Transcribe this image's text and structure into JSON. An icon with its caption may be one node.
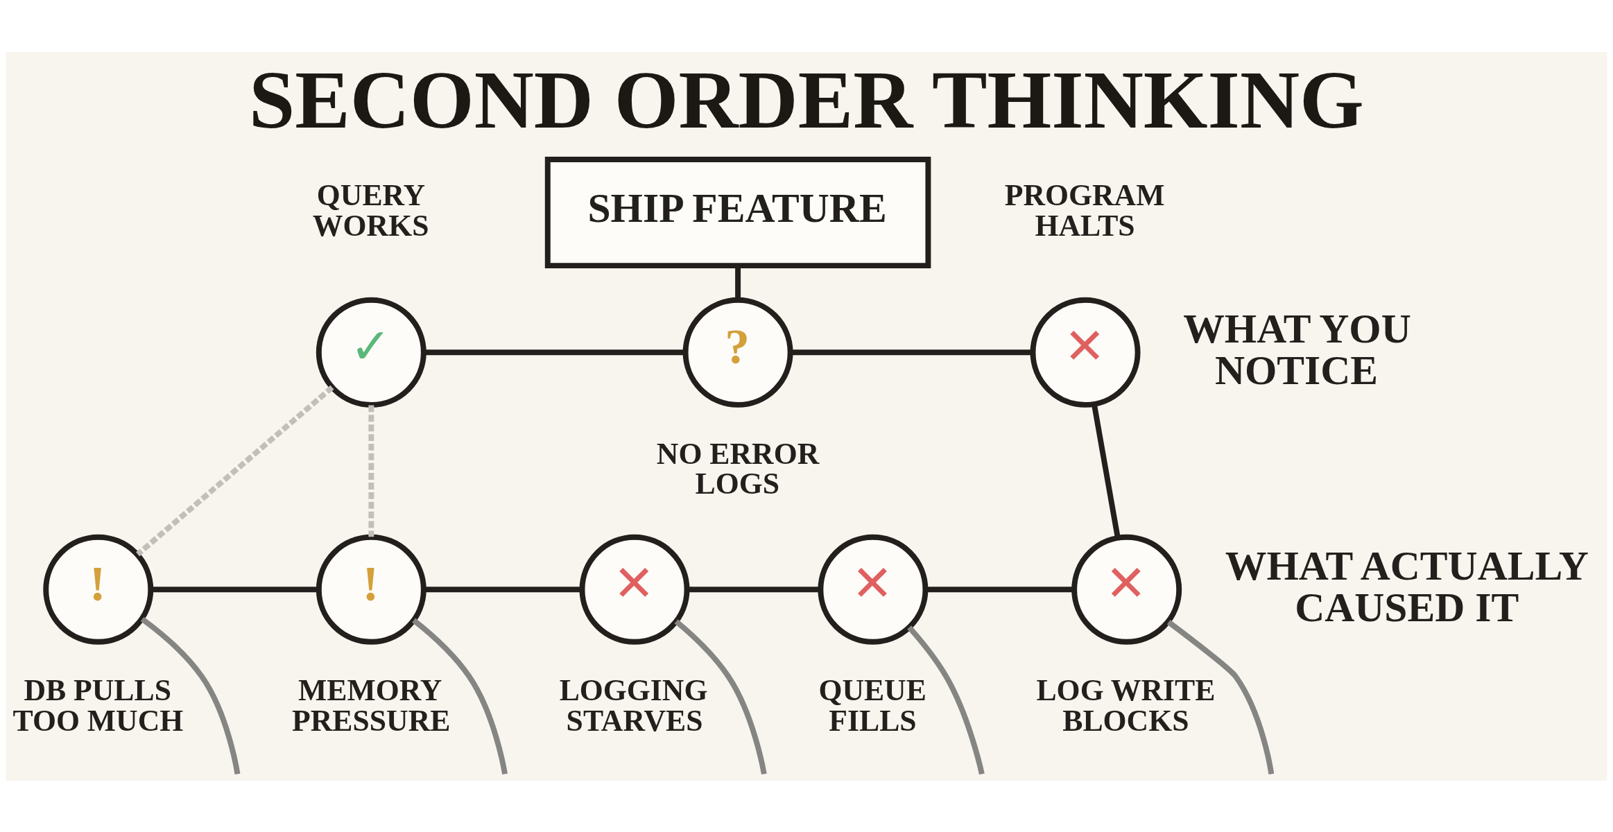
{
  "diagram": {
    "title": "SECOND ORDER THINKING",
    "nodes": [
      {
        "text": [
          "SHIP FEATURE"
        ]
      },
      {
        "text": [
          "✓"
        ],
        "beside": [
          "QUERY WORKS"
        ]
      },
      {
        "text": [
          "?"
        ],
        "beside": [
          "NO ERROR LOGS"
        ]
      },
      {
        "text": [
          "✕"
        ],
        "beside": [
          "PROGRAM HALTS"
        ]
      },
      {
        "text": [
          "!"
        ],
        "beside": [
          "DB PULLS TOO MUCH"
        ]
      },
      {
        "text": [
          "!"
        ],
        "beside": [
          "MEMORY PRESSURE"
        ]
      },
      {
        "text": [
          "✕"
        ],
        "beside": [
          "LOGGING STARVES"
        ]
      },
      {
        "text": [
          "✕"
        ],
        "beside": [
          "QUEUE FILLS"
        ]
      },
      {
        "text": [
          "✕"
        ],
        "beside": [
          "LOG WRITE BLOCKS"
        ]
      }
    ],
    "edges": [
      {
        "from": 0,
        "to": 2,
        "arrow": "none"
      },
      {
        "from": 1,
        "to": 2,
        "arrow": "none"
      },
      {
        "from": 2,
        "to": 3,
        "arrow": "none"
      },
      {
        "from": 3,
        "to": 8,
        "arrow": "none"
      },
      {
        "from": 1,
        "to": 4,
        "arrow": "none",
        "style": "dashed",
        "color": "#c2bfba"
      },
      {
        "from": 1,
        "to": 5,
        "arrow": "none",
        "style": "dashed",
        "color": "#c2bfba"
      },
      {
        "from": 4,
        "to": 5,
        "arrow": "none"
      },
      {
        "from": 5,
        "to": 6,
        "arrow": "none"
      },
      {
        "from": 6,
        "to": 7,
        "arrow": "none"
      },
      {
        "from": 7,
        "to": 8,
        "arrow": "none"
      },
      {
        "from": 4,
        "to": null,
        "arrow": "none",
        "color": "#858583"
      },
      {
        "from": 5,
        "to": null,
        "arrow": "none",
        "color": "#858583"
      },
      {
        "from": 6,
        "to": null,
        "arrow": "none",
        "color": "#858583"
      },
      {
        "from": 7,
        "to": null,
        "arrow": "none",
        "color": "#858583"
      },
      {
        "from": 8,
        "to": null,
        "arrow": "none",
        "color": "#858583"
      }
    ],
    "labels": [
      "WHAT YOU NOTICE",
      "WHAT ACTUALLY CAUSED IT"
    ]
  }
}
